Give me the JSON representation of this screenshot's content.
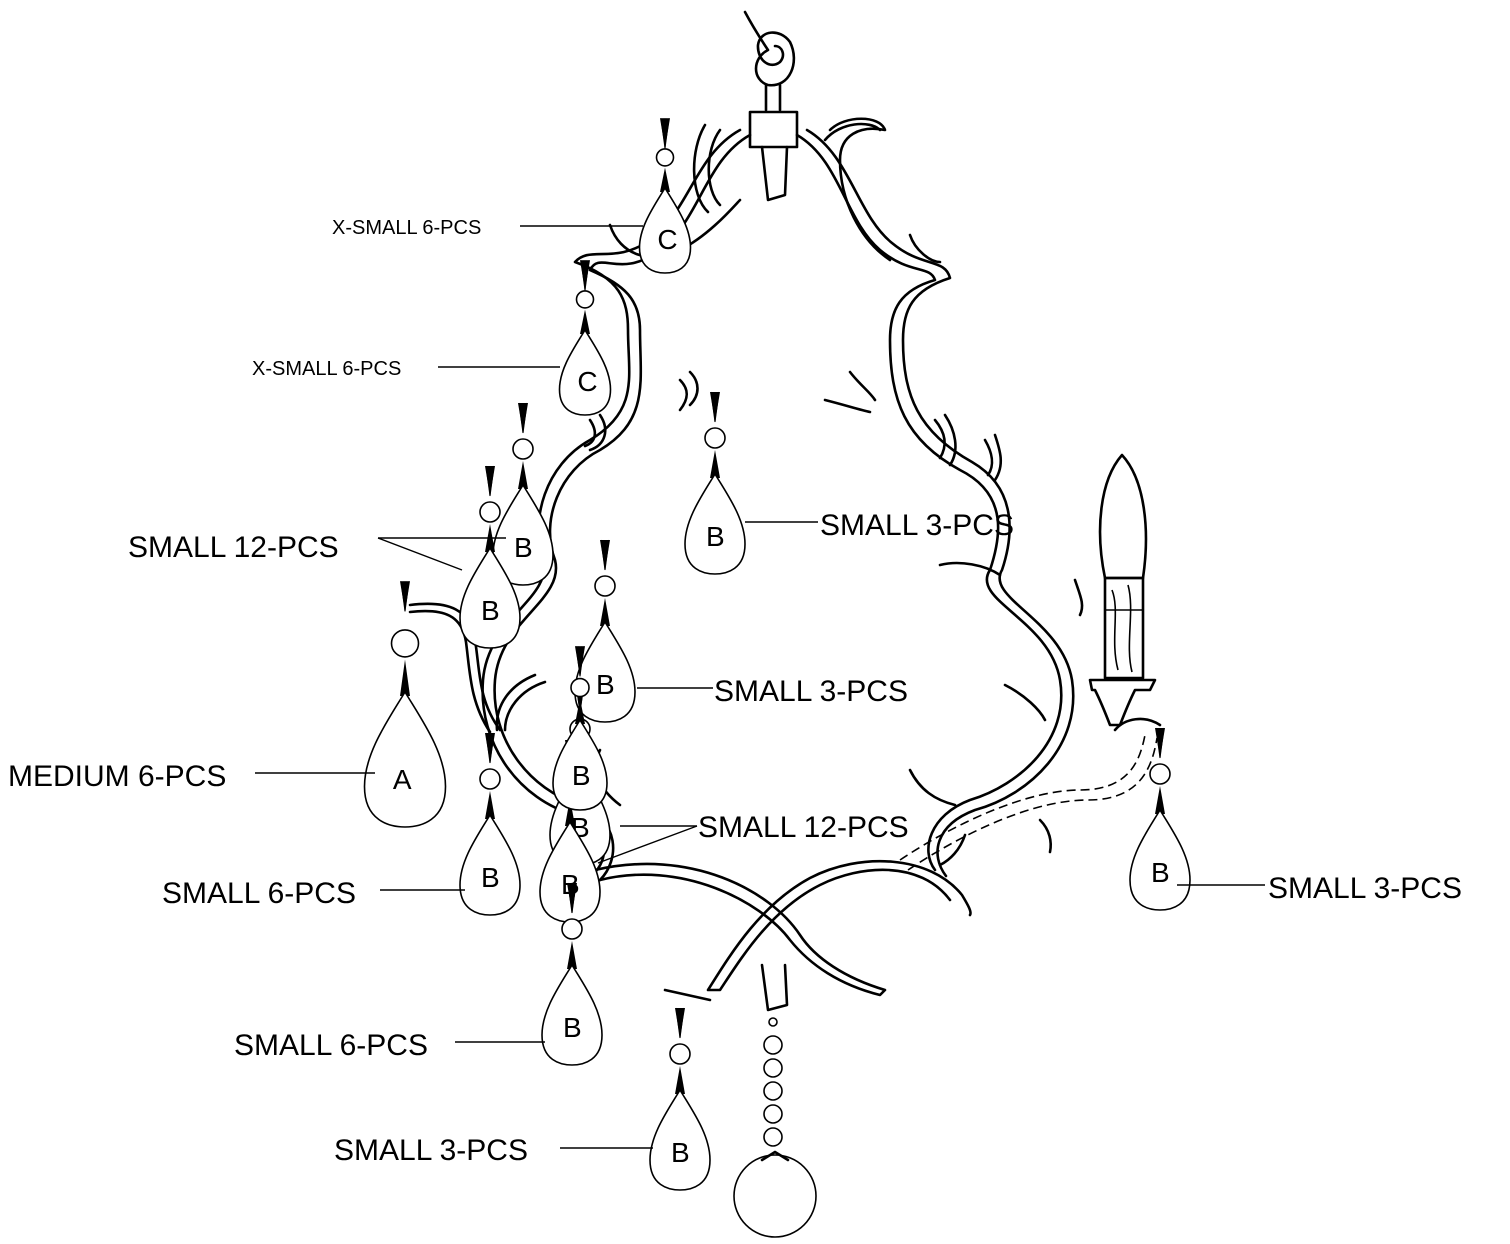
{
  "crystal_letters": [
    "C",
    "C",
    "B",
    "B",
    "B",
    "B",
    "A",
    "B",
    "B",
    "B",
    "B",
    "B",
    "B",
    "B"
  ],
  "labels": {
    "xsmall_top": "X-SMALL 6-PCS",
    "xsmall_mid": "X-SMALL 6-PCS",
    "small12_left": "SMALL 12-PCS",
    "small3_top": "SMALL 3-PCS",
    "small3_center": "SMALL 3-PCS",
    "medium6": "MEDIUM 6-PCS",
    "small12_center": "SMALL 12-PCS",
    "small6_left": "SMALL 6-PCS",
    "small3_right": "SMALL 3-PCS",
    "small6_bottom": "SMALL 6-PCS",
    "small3_bottom": "SMALL 3-PCS"
  }
}
